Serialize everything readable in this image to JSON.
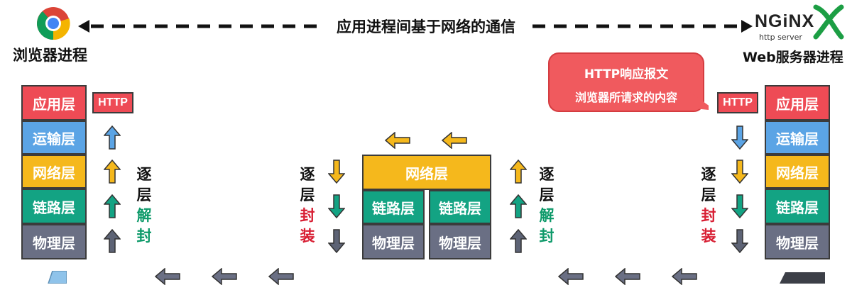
{
  "top_text": "应用进程间基于网络的通信",
  "left_label": "浏览器进程",
  "right_label": "Web服务器进程",
  "nginx": {
    "brand": "NGiNX",
    "sub": "http server"
  },
  "layers": {
    "app": "应用层",
    "transport": "运输层",
    "network": "网络层",
    "link": "链路层",
    "physical": "物理层"
  },
  "http_tag": "HTTP",
  "bubble": {
    "title": "HTTP响应报文",
    "body": "浏览器所请求的内容"
  },
  "decap": [
    "逐",
    "层",
    "解",
    "封"
  ],
  "encap": [
    "逐",
    "层",
    "封",
    "装"
  ],
  "colors": {
    "app": "#ee4b55",
    "transport": "#5ba4e5",
    "network": "#f5b81c",
    "link": "#13a383",
    "physical": "#6a6f84",
    "bubble": "#f05a5e",
    "text_black": "#111111",
    "decap_red": "#d81e33",
    "decap_green": "#0e9a6a",
    "encap_red": "#d81e33",
    "arrow_gray": "#5d6375"
  }
}
